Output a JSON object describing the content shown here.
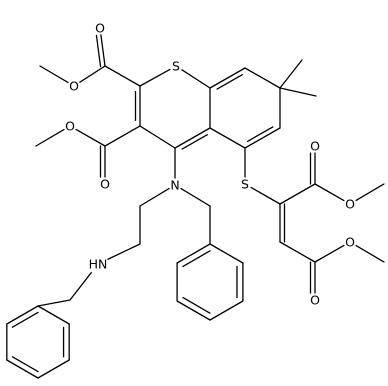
{
  "molecule": {
    "labels": {
      "thio_ring_s": "S",
      "thioether_s": "S",
      "amine_n": "N",
      "benzyl_amine_nh": "HN",
      "oxygen": "O"
    }
  }
}
